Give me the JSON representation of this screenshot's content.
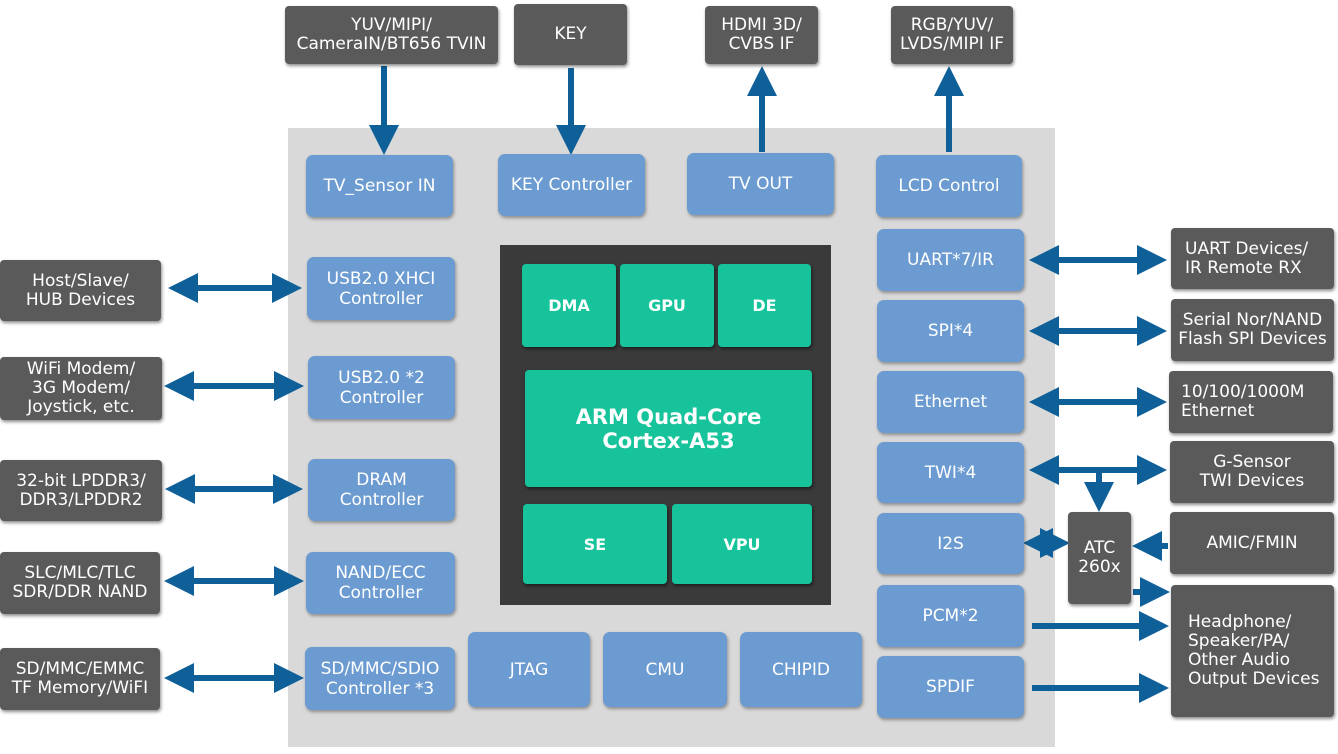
{
  "colors": {
    "block": "#6b9bd1",
    "external": "#5a5a5a",
    "core_bg": "#3a3a3a",
    "core_unit": "#17c39a",
    "chip_bg": "#d9d9d9",
    "arrow": "#0f5f99"
  },
  "top_external": {
    "tvin": "YUV/MIPI/\nCameraIN/BT656 TVIN",
    "key": "KEY",
    "hdmi": "HDMI 3D/\nCVBS IF",
    "lcd": "RGB/YUV/\nLVDS/MIPI IF"
  },
  "top_blocks": {
    "tv_sensor_in": "TV_Sensor IN",
    "key_controller": "KEY Controller",
    "tv_out": "TV OUT",
    "lcd_control": "LCD Control"
  },
  "left_external": {
    "host": "Host/Slave/\nHUB Devices",
    "wifi": "WiFi Modem/\n3G Modem/\nJoystick, etc.",
    "dram": "32-bit LPDDR3/\nDDR3/LPDDR2",
    "nand": "SLC/MLC/TLC\nSDR/DDR NAND",
    "sd": "SD/MMC/EMMC\nTF Memory/WiFI"
  },
  "left_blocks": {
    "usb_xhci": "USB2.0 XHCI\nController",
    "usb2": "USB2.0 *2\nController",
    "dram": "DRAM\nController",
    "nand": "NAND/ECC\nController",
    "sdmmc": "SD/MMC/SDIO\nController *3"
  },
  "core": {
    "dma": "DMA",
    "gpu": "GPU",
    "de": "DE",
    "cpu": "ARM Quad-Core\nCortex-A53",
    "se": "SE",
    "vpu": "VPU"
  },
  "bottom_blocks": {
    "jtag": "JTAG",
    "cmu": "CMU",
    "chipid": "CHIPID"
  },
  "right_blocks": {
    "uart": "UART*7/IR",
    "spi": "SPI*4",
    "ethernet": "Ethernet",
    "twi": "TWI*4",
    "i2s": "I2S",
    "pcm": "PCM*2",
    "spdif": "SPDIF"
  },
  "right_external": {
    "uart": "UART Devices/\nIR Remote RX",
    "spi": "Serial Nor/NAND\nFlash SPI Devices",
    "ethernet": "10/100/1000M\nEthernet",
    "gsensor": "G-Sensor\nTWI Devices",
    "amic": "AMIC/FMIN",
    "audio": "Headphone/\nSpeaker/PA/\nOther Audio\nOutput Devices"
  },
  "atc": "ATC\n260x"
}
